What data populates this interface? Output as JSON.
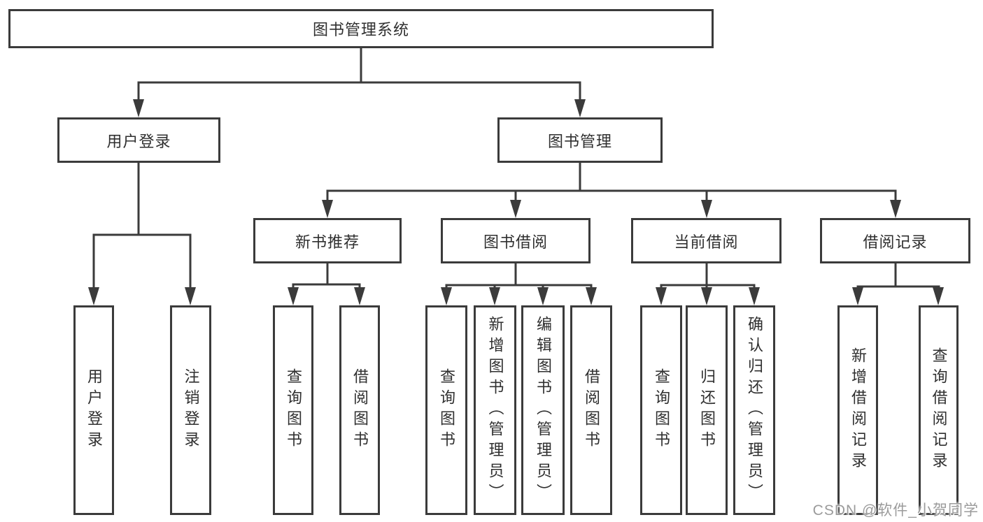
{
  "diagram": {
    "root": "图书管理系统",
    "level2": {
      "user_login": "用户登录",
      "book_mgmt": "图书管理"
    },
    "level3": {
      "new_book": "新书推荐",
      "borrow": "图书借阅",
      "current": "当前借阅",
      "records": "借阅记录"
    },
    "leaves": {
      "login": [
        "用户登录",
        "注销登录"
      ],
      "new_book": [
        "查询图书",
        "借阅图书"
      ],
      "borrow": [
        "查询图书",
        "新增图书（管理员）",
        "编辑图书（管理员）",
        "借阅图书"
      ],
      "current": [
        "查询图书",
        "归还图书",
        "确认归还（管理员）"
      ],
      "records": [
        "新增借阅记录",
        "查询借阅记录"
      ]
    }
  },
  "watermark": "CSDN @软件_小贺同学",
  "colors": {
    "line": "#3b3b3b",
    "text": "#2f2f2f",
    "watermark": "#9b9b9b",
    "background": "#ffffff"
  }
}
